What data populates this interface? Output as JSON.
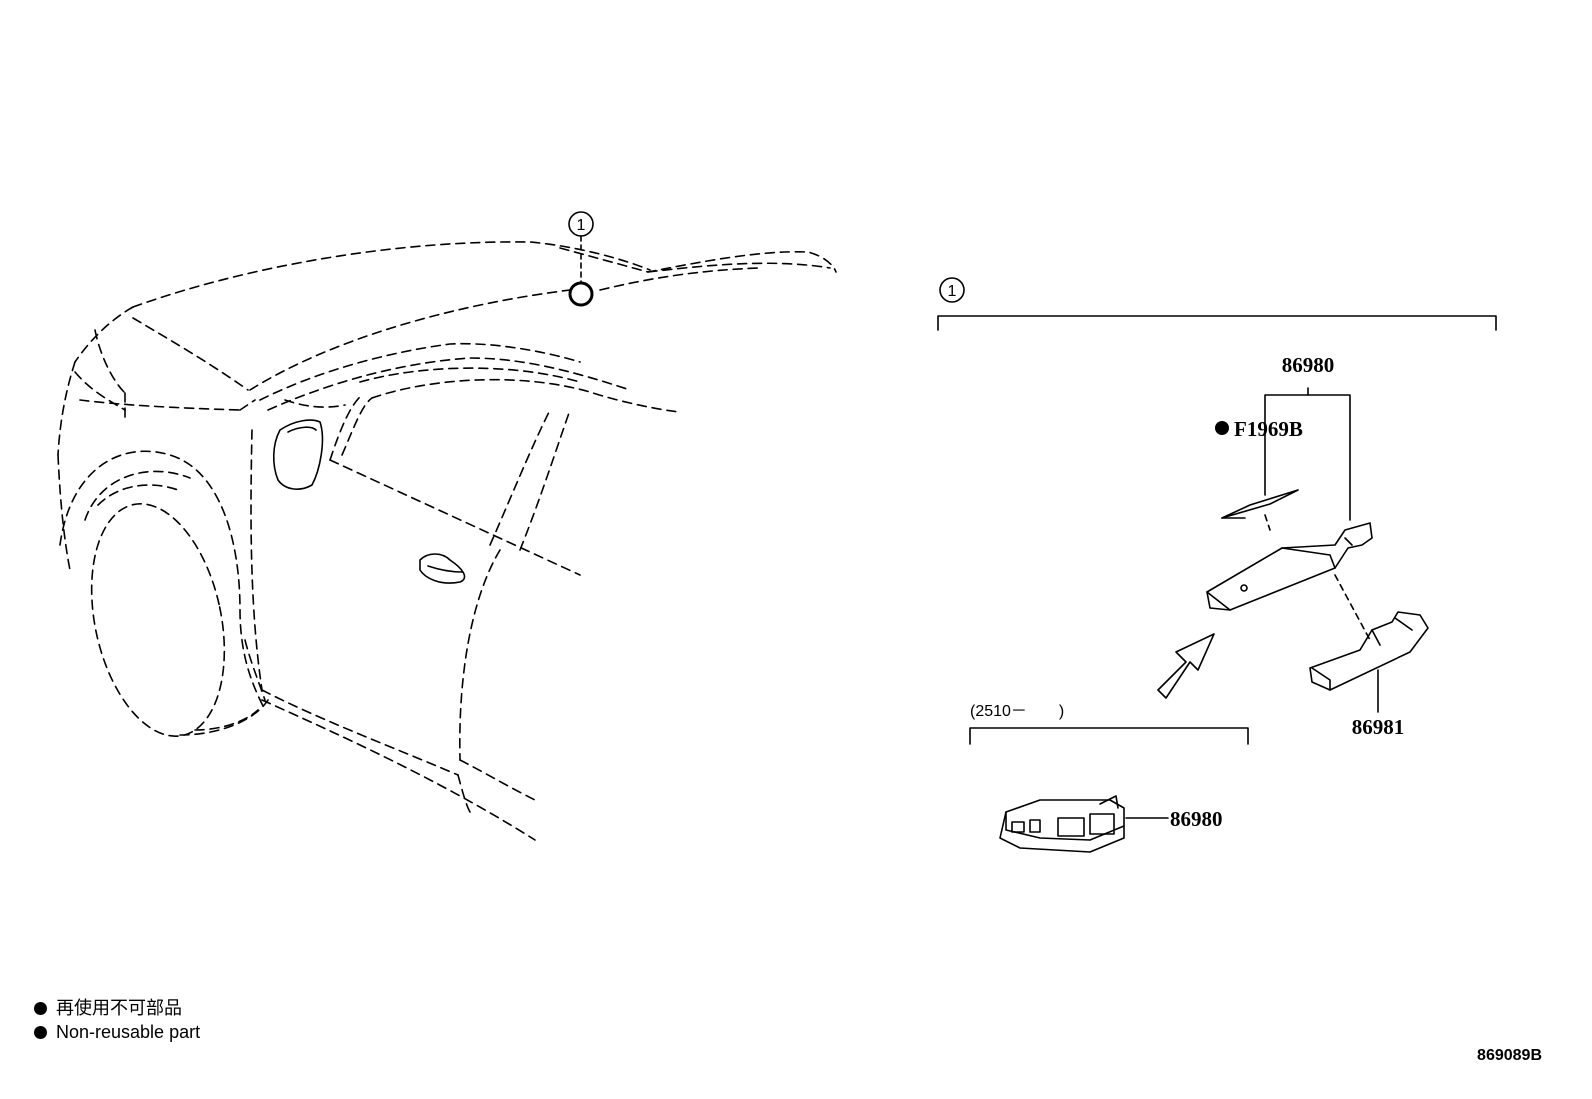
{
  "callout": {
    "number": "1"
  },
  "group": {
    "number": "1"
  },
  "parts": {
    "top_part_number": "86980",
    "clip_part": "F1969B",
    "bracket_part_number": "86981",
    "lower_range": "(2510－　　)",
    "lower_part_number": "86980"
  },
  "legend": {
    "items": [
      {
        "text": "再使用不可部品"
      },
      {
        "text": "Non-reusable part"
      }
    ]
  },
  "diagram_code": "869089B",
  "colors": {
    "line": "#000000",
    "background": "#ffffff"
  }
}
